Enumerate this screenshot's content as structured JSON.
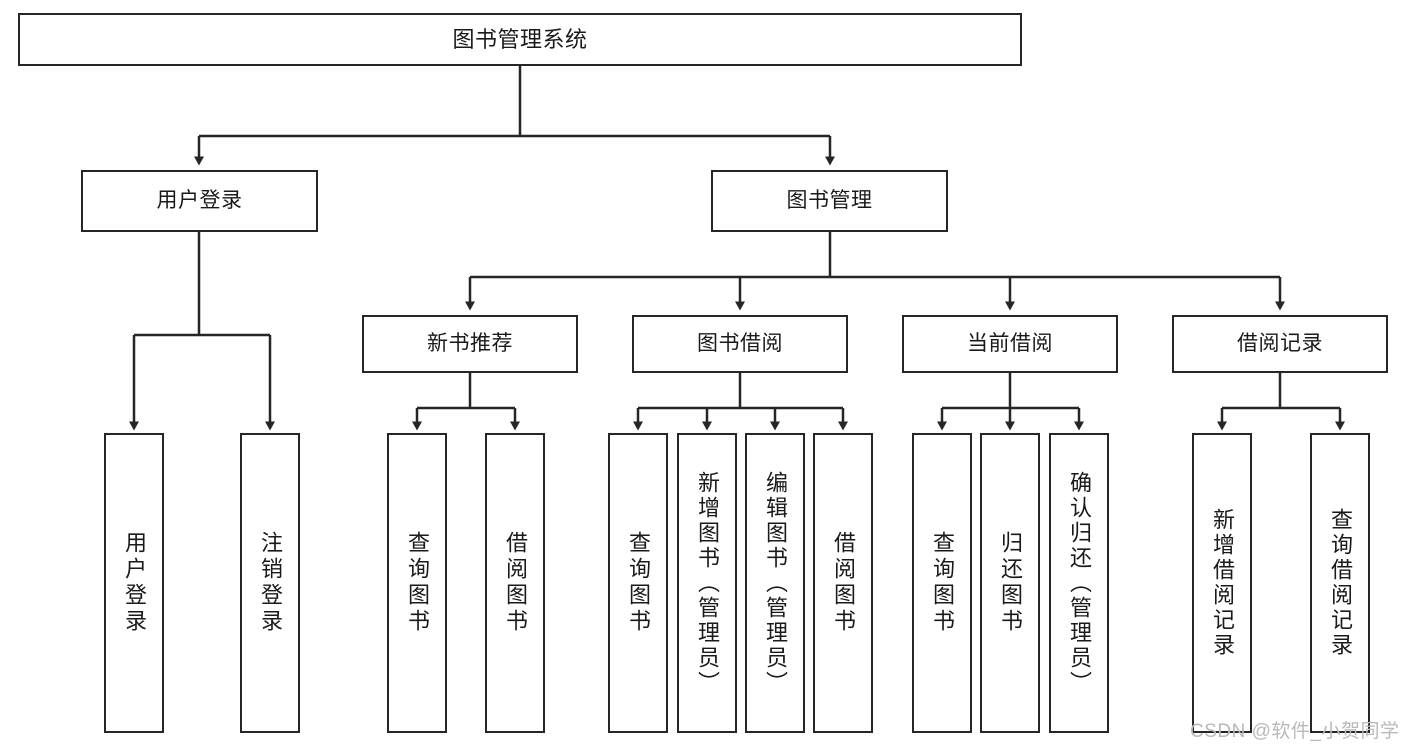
{
  "diagram": {
    "title": "图书管理系统",
    "type": "tree-hierarchy-chart",
    "colors": {
      "stroke": "#262626",
      "fill": "#ffffff",
      "text": "#1a1a1a",
      "watermark": "#b9b9b9"
    },
    "nodes": {
      "root": {
        "label": "图书管理系统"
      },
      "level2": [
        {
          "label": "用户登录"
        },
        {
          "label": "图书管理"
        }
      ],
      "level3": [
        {
          "label": "新书推荐"
        },
        {
          "label": "图书借阅"
        },
        {
          "label": "当前借阅"
        },
        {
          "label": "借阅记录"
        }
      ],
      "leaves": {
        "user_login": [
          {
            "label": "用户登录"
          },
          {
            "label": "注销登录"
          }
        ],
        "new_book_recommend": [
          {
            "label": "查询图书"
          },
          {
            "label": "借阅图书"
          }
        ],
        "book_borrow": [
          {
            "label": "查询图书"
          },
          {
            "label": "新增图书（管理员）"
          },
          {
            "label": "编辑图书（管理员）"
          },
          {
            "label": "借阅图书"
          }
        ],
        "current_borrow": [
          {
            "label": "查询图书"
          },
          {
            "label": "归还图书"
          },
          {
            "label": "确认归还（管理员）"
          }
        ],
        "borrow_record": [
          {
            "label": "新增借阅记录"
          },
          {
            "label": "查询借阅记录"
          }
        ]
      }
    },
    "watermark": "CSDN @软件_小贺同学"
  }
}
